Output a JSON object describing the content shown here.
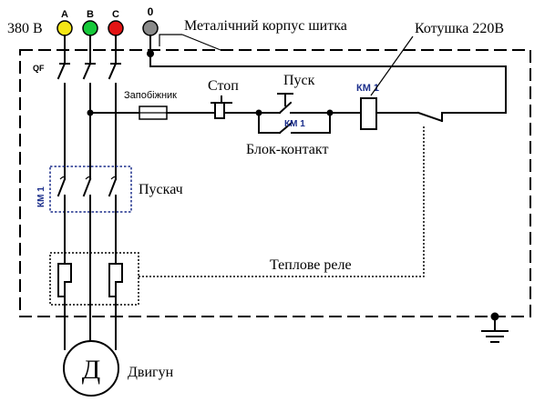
{
  "supply": {
    "voltage_label": "380 В",
    "terminals": [
      {
        "label": "A",
        "color": "#f5e616"
      },
      {
        "label": "B",
        "color": "#16c93a"
      },
      {
        "label": "C",
        "color": "#e31414"
      },
      {
        "label": "0",
        "color": "#8a8a8a"
      }
    ]
  },
  "labels": {
    "housing": "Металічний корпус шитка",
    "coil_220": "Котушка 220В",
    "breaker": "QF",
    "fuse": "Запобіжник",
    "stop": "Стоп",
    "start": "Пуск",
    "aux_contact_tag": "КМ 1",
    "aux_contact": "Блок-контакт",
    "coil_tag": "КМ 1",
    "starter_tag": "КМ 1",
    "starter": "Пускач",
    "thermal_relay": "Теплове реле",
    "motor_symbol": "Д",
    "motor": "Двигун"
  },
  "colors": {
    "blue_tag": "#1c2f8c",
    "wire": "#000000"
  }
}
